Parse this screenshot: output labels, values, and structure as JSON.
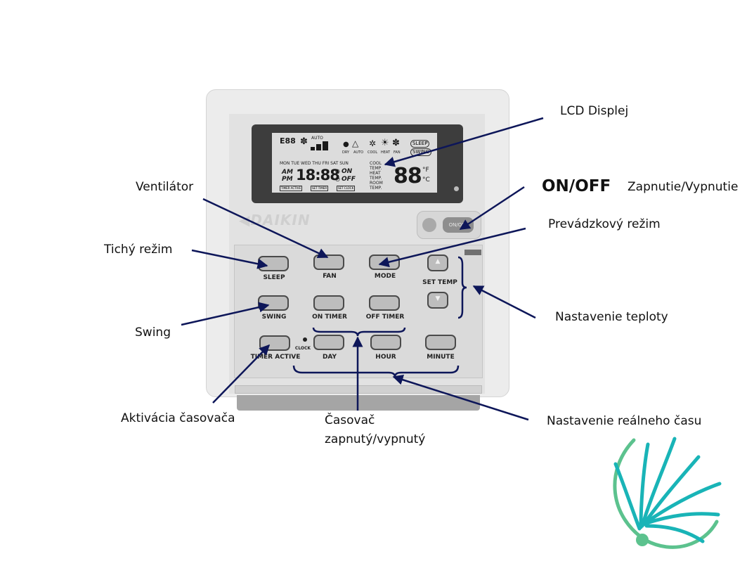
{
  "device": {
    "brand": "DAIKIN",
    "lcd": {
      "fan_level": "AUTO",
      "mode_labels": [
        "DRY",
        "AUTO",
        "COOL",
        "HEAT",
        "FAN"
      ],
      "sleep": "SLEEP",
      "swing": "SWING",
      "days": "MON TUE WED THU FRI SAT SUN",
      "am": "AM",
      "pm": "PM",
      "clock": "18:88",
      "timer_on": "ON",
      "timer_off": "OFF",
      "temp_labels": [
        "COOL",
        "TEMP.",
        "HEAT",
        "TEMP.",
        "ROOM",
        "TEMP."
      ],
      "temperature": "88",
      "unit_f": "°F",
      "unit_c": "°C",
      "status_boxes": [
        "TIMER ACTIVE",
        "SET TIMER",
        "SET CLOCK"
      ],
      "code": "E88"
    },
    "onoff_label": "ON/OFF",
    "buttons": {
      "sleep": "SLEEP",
      "fan": "FAN",
      "mode": "MODE",
      "set_temp": "SET TEMP",
      "swing": "SWING",
      "on_timer": "ON TIMER",
      "off_timer": "OFF TIMER",
      "timer_active": "TIMER ACTIVE",
      "clock": "CLOCK",
      "day": "DAY",
      "hour": "HOUR",
      "minute": "MINUTE"
    }
  },
  "callouts": {
    "lcd": "LCD Displej",
    "onoff_title": "ON/OFF",
    "onoff_desc": "Zapnutie/Vypnutie",
    "mode": "Prevádzkový režim",
    "fan": "Ventilátor",
    "sleep": "Tichý režim",
    "set_temp": "Nastavenie teploty",
    "swing": "Swing",
    "timer_active": "Aktivácia časovača",
    "on_off_timer_line1": "Časovač",
    "on_off_timer_line2": "zapnutý/vypnutý",
    "real_time": "Nastavenie reálneho času"
  },
  "colors": {
    "arrow": "#0d1659",
    "logo_teal": "#19b4b7",
    "logo_green": "#5cc28e"
  }
}
